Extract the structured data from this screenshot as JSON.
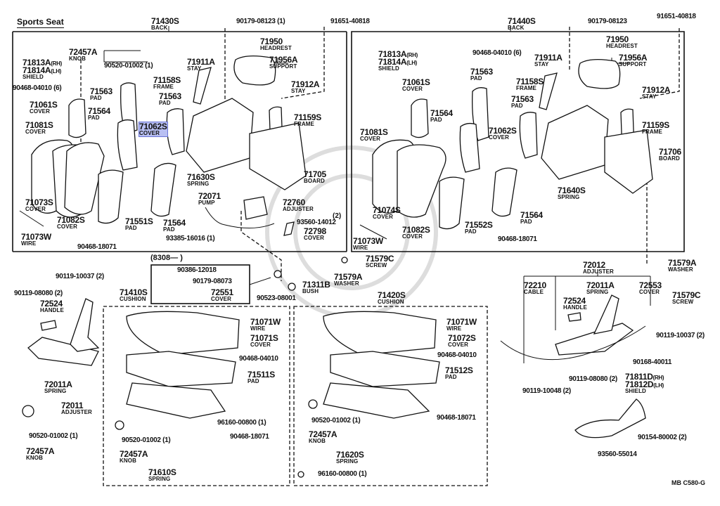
{
  "diagram": {
    "title": "Sports Seat",
    "footer_code": "MB  C580-G",
    "highlight_color": "#b8bff2",
    "inset_label": "(8308—        )",
    "labels": {
      "b71430s": {
        "pn": "71430S",
        "name": "BACK"
      },
      "b90179_08123_1": {
        "pn": "90179-08123 (1)",
        "name": ""
      },
      "b91651_l": {
        "pn": "91651-40818",
        "name": ""
      },
      "b72457a": {
        "pn": "72457A",
        "name": "KNOB"
      },
      "b71813a": {
        "pn": "71813A",
        "sfx": "(RH)",
        "name": ""
      },
      "b71814a": {
        "pn": "71814A",
        "sfx": "(LH)",
        "name": "SHIELD"
      },
      "b90520_top": {
        "pn": "90520-01002 (1)",
        "name": ""
      },
      "b90468_04010_6": {
        "pn": "90468-04010 (6)",
        "name": ""
      },
      "b71563a": {
        "pn": "71563",
        "name": "PAD"
      },
      "b71158s": {
        "pn": "71158S",
        "name": "FRAME"
      },
      "b71563b": {
        "pn": "71563",
        "name": "PAD"
      },
      "b71061s": {
        "pn": "71061S",
        "name": "COVER"
      },
      "b71564a": {
        "pn": "71564",
        "name": "PAD"
      },
      "b71062s": {
        "pn": "71062S",
        "name": "COVER"
      },
      "b71081s": {
        "pn": "71081S",
        "name": "COVER"
      },
      "b71911a": {
        "pn": "71911A",
        "name": "STAY"
      },
      "b71950": {
        "pn": "71950",
        "name": "HEADREST"
      },
      "b71956a": {
        "pn": "71956A",
        "name": "SUPPORT"
      },
      "b71912a": {
        "pn": "71912A",
        "name": "STAY"
      },
      "b71159s": {
        "pn": "71159S",
        "name": "FRAME"
      },
      "b71630s": {
        "pn": "71630S",
        "name": "SPRING"
      },
      "b71705": {
        "pn": "71705",
        "name": "BOARD"
      },
      "b72071": {
        "pn": "72071",
        "name": "PUMP"
      },
      "b72760": {
        "pn": "72760",
        "name": "ADJUSTER"
      },
      "b93560_14012": {
        "pn": "93560-14012",
        "name": "",
        "qty": "(2)"
      },
      "b72798": {
        "pn": "72798",
        "name": "COVER"
      },
      "b93385": {
        "pn": "93385-16016 (1)",
        "name": ""
      },
      "b71073s": {
        "pn": "71073S",
        "name": "COVER"
      },
      "b71082s_l": {
        "pn": "71082S",
        "name": "COVER"
      },
      "b71551s": {
        "pn": "71551S",
        "name": "PAD"
      },
      "b71564b": {
        "pn": "71564",
        "name": "PAD"
      },
      "b71073w": {
        "pn": "71073W",
        "name": "WIRE"
      },
      "b90468_18071_a": {
        "pn": "90468-18071",
        "name": ""
      },
      "r71440s": {
        "pn": "71440S",
        "name": "BACK"
      },
      "r90179_08123": {
        "pn": "90179-08123",
        "name": ""
      },
      "r91651": {
        "pn": "91651-40818",
        "name": ""
      },
      "r71813a": {
        "pn": "71813A",
        "sfx": "(RH)",
        "name": ""
      },
      "r71814a": {
        "pn": "71814A",
        "sfx": "(LH)",
        "name": "SHIELD"
      },
      "r90468_04010_6": {
        "pn": "90468-04010 (6)",
        "name": ""
      },
      "r71563a": {
        "pn": "71563",
        "name": "PAD"
      },
      "r71061s": {
        "pn": "71061S",
        "name": "COVER"
      },
      "r71564a": {
        "pn": "71564",
        "name": "PAD"
      },
      "r71081s": {
        "pn": "71081S",
        "name": "COVER"
      },
      "r71062s": {
        "pn": "71062S",
        "name": "COVER"
      },
      "r71911a": {
        "pn": "71911A",
        "name": "STAY"
      },
      "r71950": {
        "pn": "71950",
        "name": "HEADREST"
      },
      "r71956a": {
        "pn": "71956A",
        "name": "SUPPORT"
      },
      "r71158s": {
        "pn": "71158S",
        "name": "FRAME"
      },
      "r71563b": {
        "pn": "71563",
        "name": "PAD"
      },
      "r71912a": {
        "pn": "71912A",
        "name": "STAY"
      },
      "r71159s": {
        "pn": "71159S",
        "name": "FRAME"
      },
      "r71706": {
        "pn": "71706",
        "name": "BOARD"
      },
      "r71640s": {
        "pn": "71640S",
        "name": "SPRING"
      },
      "r71074s": {
        "pn": "71074S",
        "name": "COVER"
      },
      "r71564b": {
        "pn": "71564",
        "name": "PAD"
      },
      "r71552s": {
        "pn": "71552S",
        "name": "PAD"
      },
      "r71082s": {
        "pn": "71082S",
        "name": "COVER"
      },
      "r71073w": {
        "pn": "71073W",
        "name": "WIRE"
      },
      "r90468_18071": {
        "pn": "90468-18071",
        "name": ""
      },
      "m71579c": {
        "pn": "71579C",
        "name": "SCREW"
      },
      "m71579a": {
        "pn": "71579A",
        "name": "WASHER"
      },
      "m71311b": {
        "pn": "71311B",
        "name": "BUSH"
      },
      "m90523": {
        "pn": "90523-08001",
        "name": ""
      },
      "i90386": {
        "pn": "90386-12018",
        "name": ""
      },
      "i90179_08073": {
        "pn": "90179-08073",
        "name": ""
      },
      "i72551": {
        "pn": "72551",
        "name": "COVER"
      },
      "l90119_10037": {
        "pn": "90119-10037 (2)",
        "name": ""
      },
      "l90119_08080": {
        "pn": "90119-08080 (2)",
        "name": ""
      },
      "l72524": {
        "pn": "72524",
        "name": "HANDLE"
      },
      "l72011a": {
        "pn": "72011A",
        "name": "SPRING"
      },
      "l72011": {
        "pn": "72011",
        "name": "ADJUSTER"
      },
      "l90520": {
        "pn": "90520-01002 (1)",
        "name": ""
      },
      "l72457a": {
        "pn": "72457A",
        "name": "KNOB"
      },
      "c71410s": {
        "pn": "71410S",
        "name": "CUSHION"
      },
      "c71071w": {
        "pn": "71071W",
        "name": "WIRE"
      },
      "c71071s": {
        "pn": "71071S",
        "name": "COVER"
      },
      "c90468_04010": {
        "pn": "90468-04010",
        "name": ""
      },
      "c71511s": {
        "pn": "71511S",
        "name": "PAD"
      },
      "c96160": {
        "pn": "96160-00800 (1)",
        "name": ""
      },
      "c90468_18071": {
        "pn": "90468-18071",
        "name": ""
      },
      "c90520": {
        "pn": "90520-01002 (1)",
        "name": ""
      },
      "c72457a": {
        "pn": "72457A",
        "name": "KNOB"
      },
      "c71610s": {
        "pn": "71610S",
        "name": "SPRING"
      },
      "d71420s": {
        "pn": "71420S",
        "name": "CUSHION"
      },
      "d71071w": {
        "pn": "71071W",
        "name": "WIRE"
      },
      "d71072s": {
        "pn": "71072S",
        "name": "COVER"
      },
      "d90468_04010": {
        "pn": "90468-04010",
        "name": ""
      },
      "d71512s": {
        "pn": "71512S",
        "name": "PAD"
      },
      "d90520": {
        "pn": "90520-01002 (1)",
        "name": ""
      },
      "d90468_18071": {
        "pn": "90468-18071",
        "name": ""
      },
      "d72457a": {
        "pn": "72457A",
        "name": "KNOB"
      },
      "d71620s": {
        "pn": "71620S",
        "name": "SPRING"
      },
      "d96160": {
        "pn": "96160-00800 (1)",
        "name": ""
      },
      "e72012": {
        "pn": "72012",
        "name": "ADJUSTER"
      },
      "e72210": {
        "pn": "72210",
        "name": "CABLE"
      },
      "e72011a": {
        "pn": "72011A",
        "name": "SPRING"
      },
      "e72553": {
        "pn": "72553",
        "name": "COVER"
      },
      "e72524": {
        "pn": "72524",
        "name": "HANDLE"
      },
      "e71579a": {
        "pn": "71579A",
        "name": "WASHER"
      },
      "e71579c": {
        "pn": "71579C",
        "name": "SCREW"
      },
      "e90119_10037": {
        "pn": "90119-10037 (2)",
        "name": ""
      },
      "e90168": {
        "pn": "90168-40011",
        "name": ""
      },
      "e90119_08080": {
        "pn": "90119-08080 (2)",
        "name": ""
      },
      "e90119_10048": {
        "pn": "90119-10048 (2)",
        "name": ""
      },
      "e71811d": {
        "pn": "71811D",
        "sfx": "(RH)",
        "name": ""
      },
      "e71812d": {
        "pn": "71812D",
        "sfx": "(LH)",
        "name": "SHIELD"
      },
      "e90154": {
        "pn": "90154-80002 (2)",
        "name": ""
      },
      "e93560": {
        "pn": "93560-55014",
        "name": ""
      }
    }
  }
}
